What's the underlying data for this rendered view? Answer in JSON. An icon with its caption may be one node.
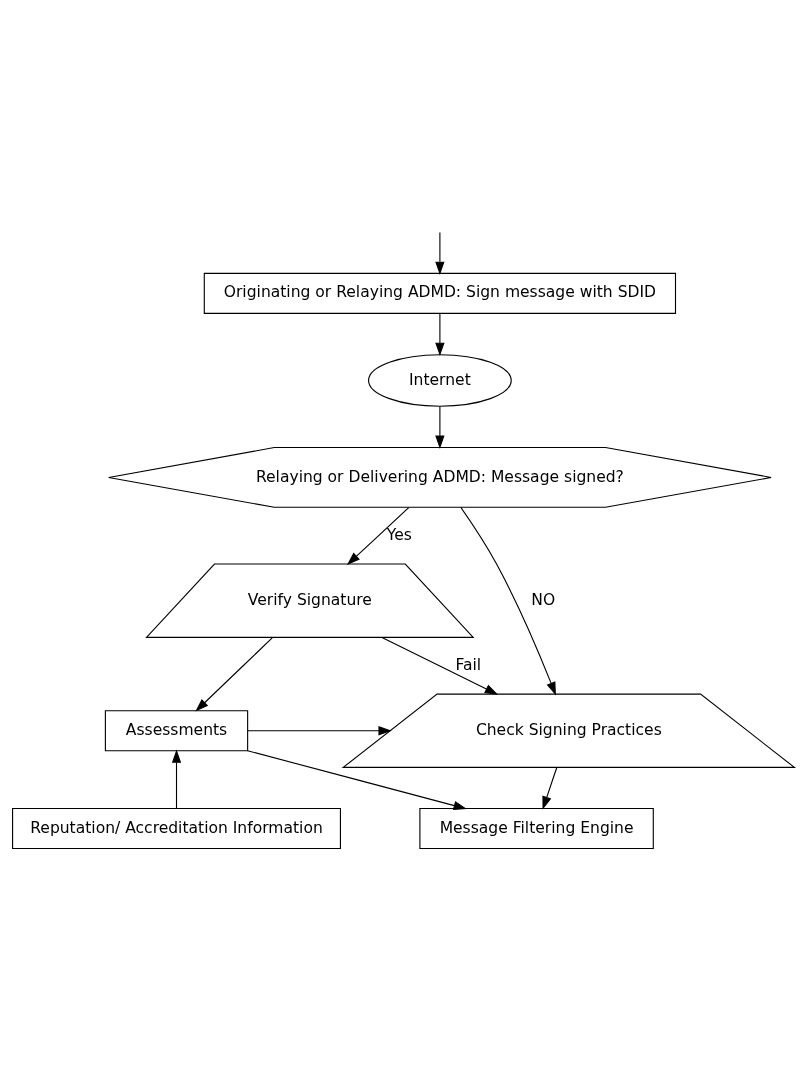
{
  "diagram": {
    "nodes": [
      {
        "text": [
          "Originating or Relaying ADMD: Sign message with SDID"
        ]
      },
      {
        "text": [
          "Internet"
        ]
      },
      {
        "text": [
          "Relaying or Delivering ADMD: Message signed?"
        ]
      },
      {
        "text": [
          "Verify Signature"
        ]
      },
      {
        "text": [
          "Assessments"
        ]
      },
      {
        "text": [
          "Check Signing Practices"
        ]
      },
      {
        "text": [
          "Message Filtering Engine"
        ]
      },
      {
        "text": [
          "Reputation/ Accreditation Information"
        ]
      }
    ],
    "edges": [
      {
        "from": null,
        "to": 0,
        "arrow": "to"
      },
      {
        "from": 0,
        "to": 1,
        "arrow": "to"
      },
      {
        "from": 1,
        "to": 2,
        "arrow": "to"
      },
      {
        "from": 2,
        "to": 3,
        "arrow": "to",
        "label": "Yes"
      },
      {
        "from": 2,
        "to": 5,
        "arrow": "to",
        "label": "NO"
      },
      {
        "from": 3,
        "to": 4,
        "arrow": "to"
      },
      {
        "from": 3,
        "to": 5,
        "arrow": "to",
        "label": "Fail"
      },
      {
        "from": 4,
        "to": 5,
        "arrow": "to"
      },
      {
        "from": 4,
        "to": 6,
        "arrow": "to"
      },
      {
        "from": 5,
        "to": 6,
        "arrow": "to"
      },
      {
        "from": 7,
        "to": 4,
        "arrow": "to"
      }
    ]
  }
}
